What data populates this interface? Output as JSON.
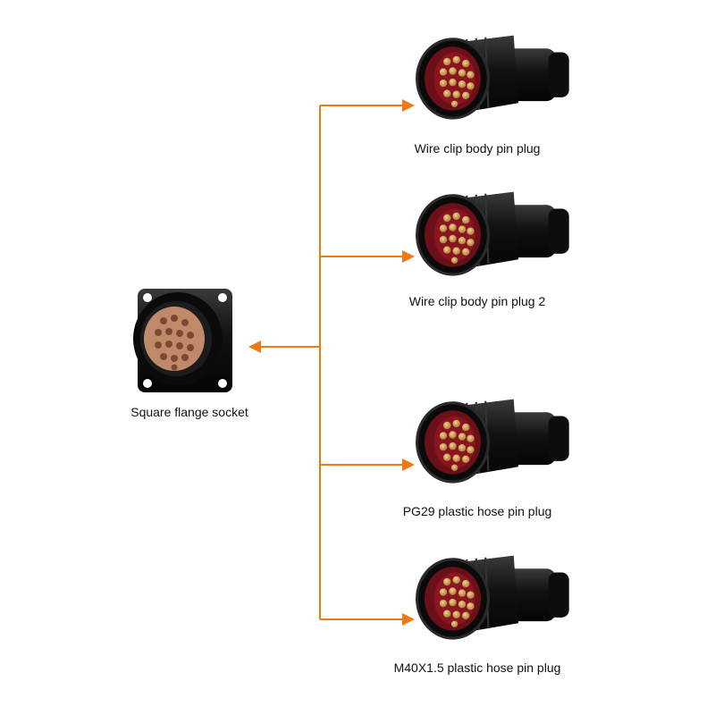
{
  "colors": {
    "connector": "#ee7a14",
    "plug_body": "#141414",
    "pins": "#c99a55",
    "insert": "#8a1420",
    "socket_insert": "#c08a6a"
  },
  "socket": {
    "label": "Square flange socket",
    "icon": "square-flange-socket-image"
  },
  "plugs": [
    {
      "label": "Wire clip body pin plug",
      "icon": "pin-plug-image"
    },
    {
      "label": "Wire clip body pin plug 2",
      "icon": "pin-plug-image"
    },
    {
      "label": "PG29 plastic hose pin plug",
      "icon": "pin-plug-image"
    },
    {
      "label": "M40X1.5 plastic hose pin plug",
      "icon": "pin-plug-image"
    }
  ]
}
